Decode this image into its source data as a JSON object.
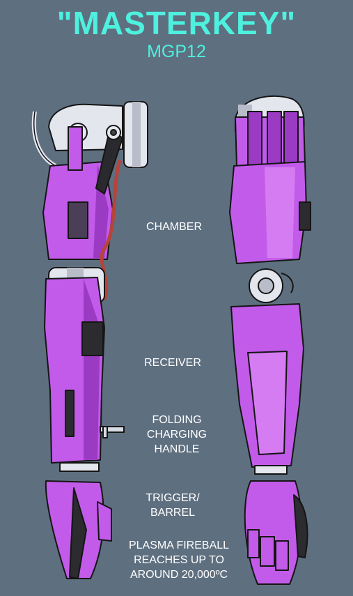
{
  "header": {
    "title": "\"MASTERKEY\"",
    "subtitle": "MGP12"
  },
  "labels": {
    "chamber": "CHAMBER",
    "receiver": "RECEIVER",
    "folding_handle": "FOLDING\nCHARGING\nHANDLE",
    "trigger": "TRIGGER/\nBARREL",
    "plasma": "PLASMA FIREBALL\nREACHES UP TO\nAROUND 20,000ºC"
  },
  "colors": {
    "background": "#5e6f80",
    "accent": "#4ef0de",
    "arm_purple": "#c35bea",
    "arm_shade": "#9b3bc4",
    "metal": "#e4e6ee"
  }
}
